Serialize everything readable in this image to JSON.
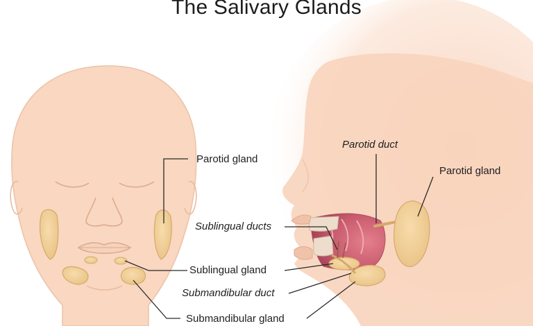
{
  "title": "The Salivary Glands",
  "labels": {
    "front_parotid_gland": "Parotid gland",
    "side_parotid_duct": "Parotid duct",
    "side_parotid_gland": "Parotid gland",
    "sublingual_ducts": "Sublingual ducts",
    "sublingual_gland": "Sublingual gland",
    "submandibular_duct": "Submandibular duct",
    "submandibular_gland": "Submandibular gland"
  },
  "colors": {
    "skin": "#f9d7c0",
    "skin_outline": "#e9b79b",
    "gland": "#f2cf97",
    "gland_outline": "#d2a96a",
    "mouth": "#c45a6c",
    "leader": "#2a2a2a"
  }
}
